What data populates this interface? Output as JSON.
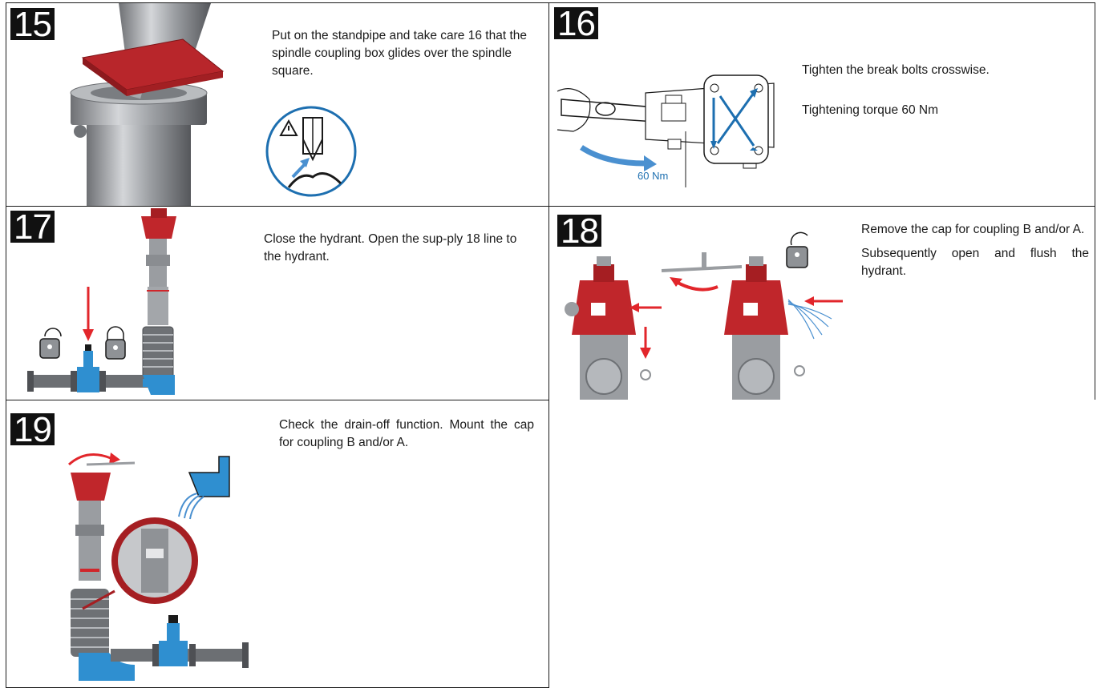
{
  "steps": [
    {
      "number": "15",
      "text": "Put on the standpipe and take care 16 that the spindle coupling box glides over the spindle square."
    },
    {
      "number": "16",
      "text": "Tighten the break bolts crosswise.",
      "text2": "Tightening torque 60 Nm",
      "torque_label": "60 Nm"
    },
    {
      "number": "17",
      "text": "Close the hydrant. Open the sup-ply 18 line to the hydrant."
    },
    {
      "number": "18",
      "text": "Remove the cap for coupling B and/or A.",
      "text2": "Subsequently open and flush the hydrant."
    },
    {
      "number": "19",
      "text": "Check the drain-off function. Mount the cap for coupling B and/or A."
    }
  ],
  "colors": {
    "hydrant_red": "#c0262b",
    "pipe_blue": "#2f8fd0",
    "arrow_red": "#e2262b",
    "diagram_blue": "#1d6fb0",
    "steel_gray": "#8f9296"
  }
}
